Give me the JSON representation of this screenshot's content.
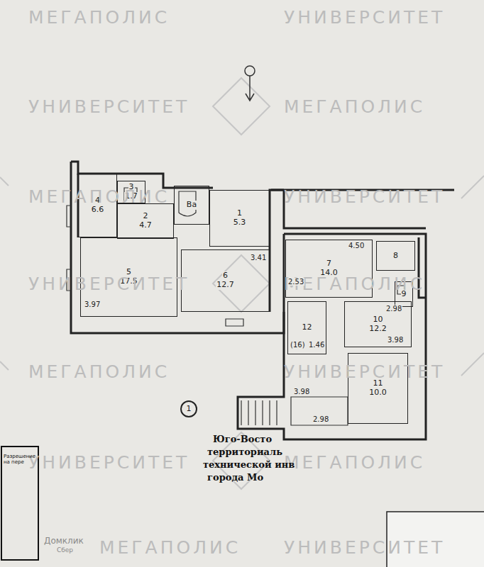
{
  "diagram": {
    "nodes": [
      {
        "text": [
          "4",
          "6.6"
        ]
      },
      {
        "text": [
          "3",
          "1.7"
        ]
      },
      {
        "text": [
          "2",
          "4.7"
        ]
      },
      {
        "text": [
          "Ba"
        ]
      },
      {
        "text": [
          "1",
          "5.3"
        ]
      },
      {
        "text": [
          "5",
          "17.5"
        ]
      },
      {
        "text": [
          "6",
          "12.7"
        ]
      },
      {
        "text": [
          "7",
          "14.0"
        ]
      },
      {
        "text": [
          "8"
        ]
      },
      {
        "text": [
          "9"
        ]
      },
      {
        "text": [
          "10",
          "12.2"
        ]
      },
      {
        "text": [
          "12"
        ]
      },
      {
        "text": [
          "11",
          "10.0"
        ]
      },
      {
        "text": [
          "1"
        ]
      }
    ],
    "labels": [
      "МЕГАПОЛИС",
      "УНИВЕРСИТЕТ",
      "УНИВЕРСИТЕТ",
      "МЕГАПОЛИС",
      "МЕГАПОЛИС",
      "УНИВЕРСИТЕТ",
      "УНИВЕРСИТЕТ",
      "МЕГАПОЛИС",
      "МЕГАПОЛИС",
      "УНИВЕРСИТЕТ",
      "УНИВЕРСИТЕТ",
      "МЕГАПОЛИС",
      "МЕГАПОЛИС",
      "УНИВЕРСИТЕТ",
      "3.97",
      "3.41",
      "4.50",
      "2.53",
      "3.98",
      "2.98",
      "(16)",
      "1.46",
      "3.98",
      "2.98",
      "Юго-Восто",
      "территориаль",
      "технической инв",
      "города Мо",
      "Домклик",
      "Сбер",
      "Разрешение на пере"
    ]
  }
}
